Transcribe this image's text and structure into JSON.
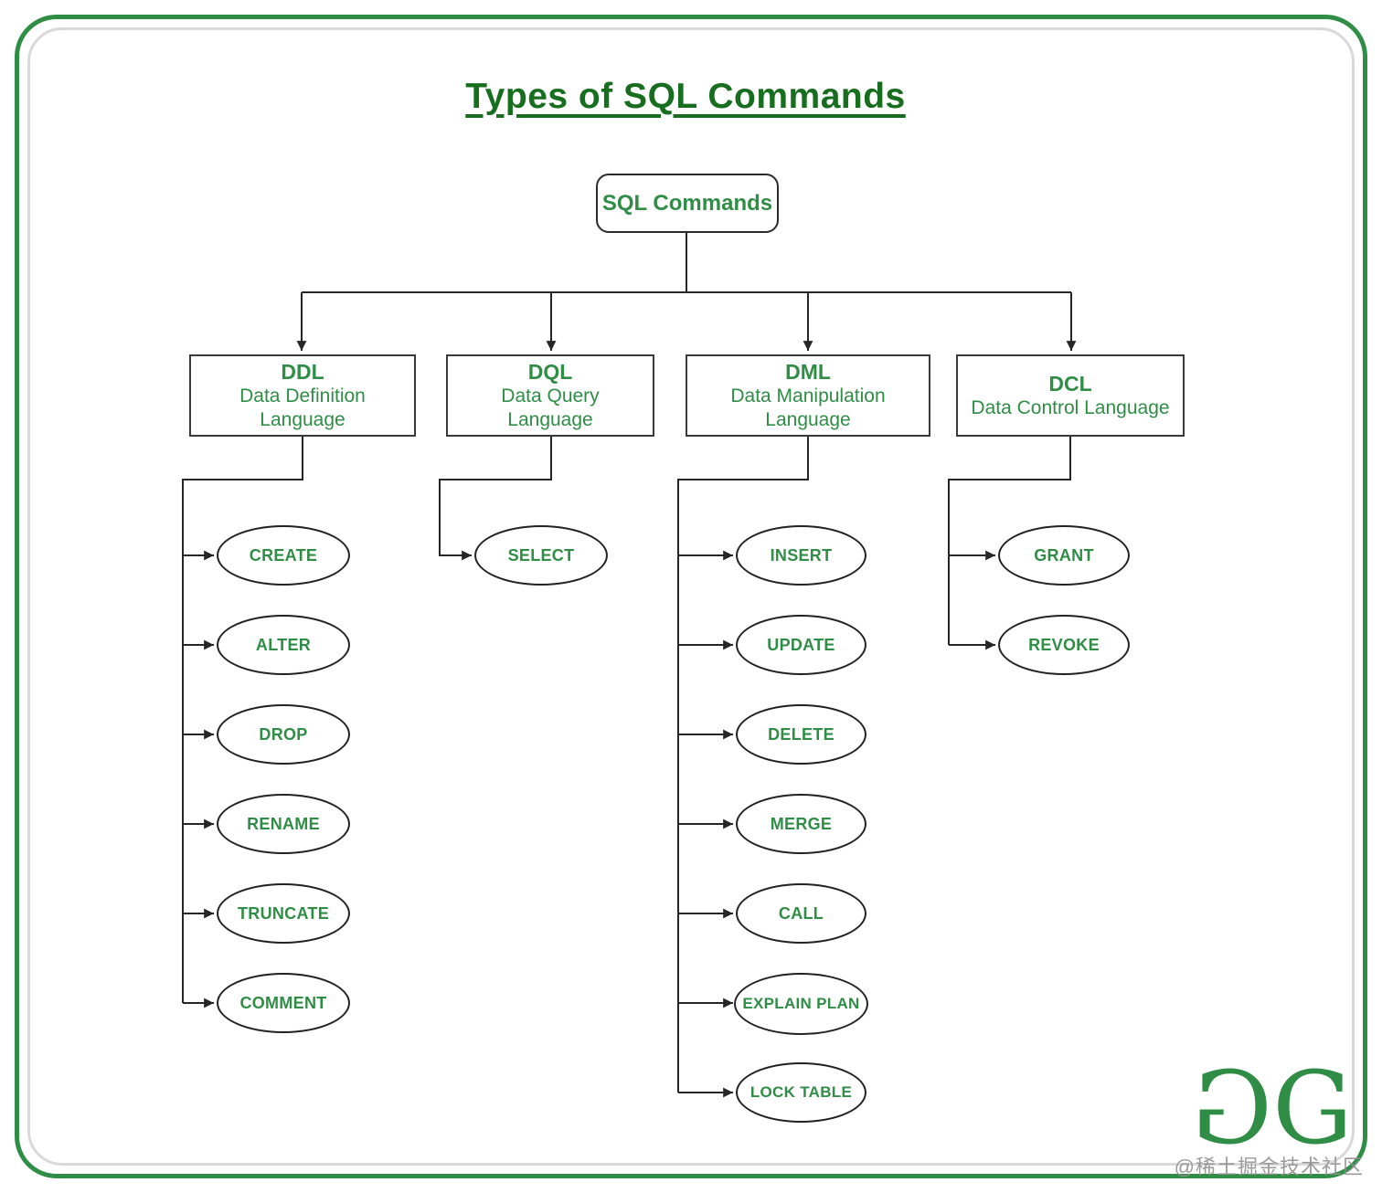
{
  "page": {
    "title": "Types of SQL Commands"
  },
  "root": {
    "label": "SQL Commands"
  },
  "categories": [
    {
      "abbr": "DDL",
      "name": "Data Definition Language",
      "commands": [
        "CREATE",
        "ALTER",
        "DROP",
        "RENAME",
        "TRUNCATE",
        "COMMENT"
      ]
    },
    {
      "abbr": "DQL",
      "name": "Data Query Language",
      "commands": [
        "SELECT"
      ]
    },
    {
      "abbr": "DML",
      "name": "Data Manipulation Language",
      "commands": [
        "INSERT",
        "UPDATE",
        "DELETE",
        "MERGE",
        "CALL",
        "EXPLAIN PLAN",
        "LOCK TABLE"
      ]
    },
    {
      "abbr": "DCL",
      "name": "Data Control Language",
      "commands": [
        "GRANT",
        "REVOKE"
      ]
    }
  ],
  "branding": {
    "logo_letter_left": "G",
    "logo_letter_right": "G",
    "watermark": "@稀土掘金技术社区"
  },
  "colors": {
    "brand_green": "#2f8d46",
    "title_green": "#186e1f",
    "node_green": "#2f8d46",
    "line_color": "#262626",
    "frame_gray": "#d9d9d9",
    "watermark_gray": "#919191"
  }
}
